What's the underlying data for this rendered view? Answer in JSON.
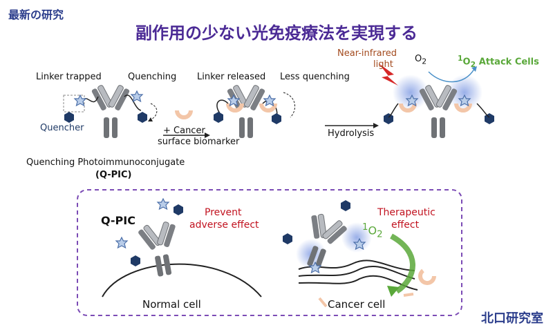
{
  "header": {
    "tag": "最新の研究",
    "title": "副作用の少ない光免疫療法を実現する",
    "lab": "北口研究室"
  },
  "top_panel": {
    "linker_trapped": "Linker trapped",
    "quenching": "Quenching",
    "quencher": "Quencher",
    "linker_released": "Linker released",
    "less_quenching": "Less quenching",
    "step1": "+ Cancer",
    "step1b": "surface biomarker",
    "step2": "Hydrolysis",
    "qpic_caption": "Quenching Photoimmunoconjugate",
    "qpic_short": "Q-PIC",
    "nir_line1": "Near-infrared",
    "nir_line2": "light",
    "o2": "O",
    "o2_sub": "2",
    "singlet_sup": "1",
    "singlet_o": "O",
    "singlet_sub": "2",
    "attack": "Attack Cells"
  },
  "bottom_panel": {
    "qpic": "Q-PIC",
    "prevent1": "Prevent",
    "prevent2": "adverse effect",
    "normal_cell": "Normal cell",
    "singlet_sup": "1",
    "singlet_o": "O",
    "singlet_sub": "2",
    "therapeutic1": "Therapeutic",
    "therapeutic2": "effect",
    "cancer_cell": "Cancer cell"
  },
  "colors": {
    "title": "#4b2a95",
    "tag": "#2c3e8c",
    "antibody": "#7c7f84",
    "quencher": "#1f3a66",
    "red": "#c1121f",
    "green": "#5aa83a",
    "dashed_box": "#7b4bb5"
  }
}
